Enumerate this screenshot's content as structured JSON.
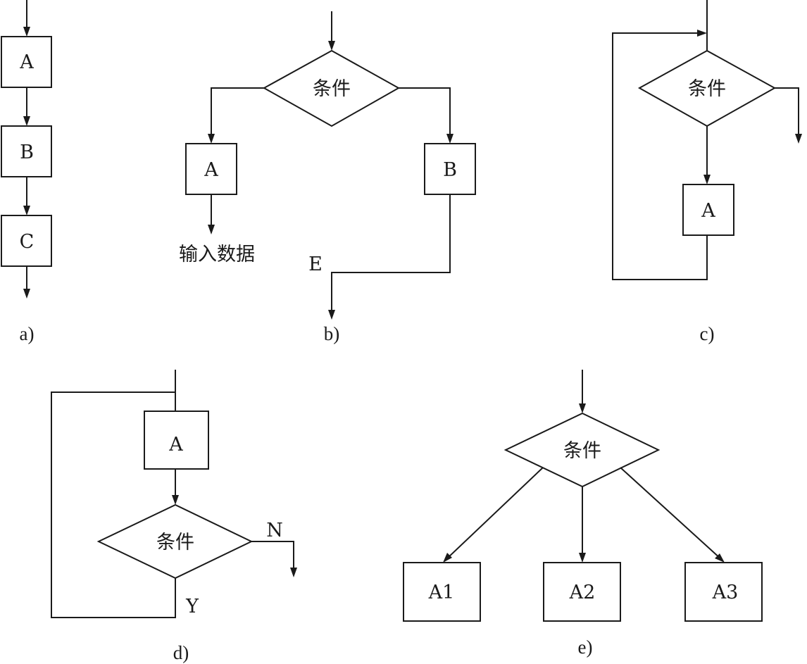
{
  "colors": {
    "stroke": "#1a1a1a",
    "background": "#ffffff"
  },
  "panel_a": {
    "box_a": "A",
    "box_b": "B",
    "box_c": "C",
    "caption": "a)"
  },
  "panel_b": {
    "condition": "条件",
    "box_a": "A",
    "box_b": "B",
    "input_label": "输入数据",
    "exit_label": "E",
    "caption": "b)"
  },
  "panel_c": {
    "condition": "条件",
    "box_a": "A",
    "caption": "c)"
  },
  "panel_d": {
    "box_a": "A",
    "condition": "条件",
    "no_label": "N",
    "yes_label": "Y",
    "caption": "d)"
  },
  "panel_e": {
    "condition": "条件",
    "box_a1": "A1",
    "box_a2": "A2",
    "box_a3": "A3",
    "caption": "e)"
  }
}
